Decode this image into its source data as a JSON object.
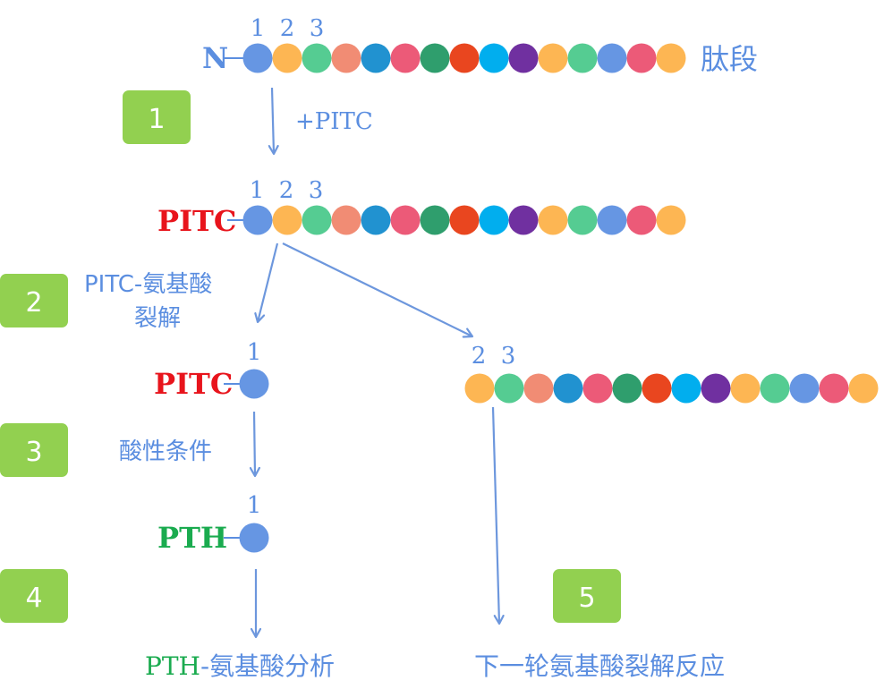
{
  "colors": {
    "label_blue": "#5b8ee0",
    "arrow_blue": "#6d97dd",
    "pitc_red": "#e8141c",
    "pth_green": "#1aab4f",
    "step_badge": "#92d050",
    "bead_palette": [
      "#6696e3",
      "#fdb653",
      "#55cc92",
      "#f18c74",
      "#2192d0",
      "#ec5a78",
      "#2f9e6d",
      "#e9461f",
      "#01aeee",
      "#7030a0"
    ]
  },
  "rows": {
    "peptide": {
      "terminal_label": "N",
      "position_numbers": [
        "1",
        "2",
        "3"
      ],
      "beads": [
        0,
        1,
        2,
        3,
        4,
        5,
        6,
        7,
        8,
        9,
        1,
        2,
        0,
        5,
        1
      ],
      "tail_label": "肽段"
    },
    "pitc_peptide": {
      "terminal_label": "PITC",
      "position_numbers": [
        "1",
        "2",
        "3"
      ],
      "beads": [
        0,
        1,
        2,
        3,
        4,
        5,
        6,
        7,
        8,
        9,
        1,
        2,
        0,
        5,
        1
      ]
    },
    "pitc_residue": {
      "terminal_label": "PITC",
      "position_number": "1",
      "beads": [
        0
      ]
    },
    "remaining_peptide": {
      "position_numbers": [
        "2",
        "3"
      ],
      "beads": [
        1,
        2,
        3,
        4,
        5,
        6,
        7,
        8,
        9,
        1,
        2,
        0,
        5,
        1
      ]
    },
    "pth_residue": {
      "terminal_label": "PTH",
      "position_number": "1",
      "beads": [
        0
      ]
    }
  },
  "steps": [
    {
      "number": "1",
      "label": "+PITC"
    },
    {
      "number": "2",
      "label_line1": "PITC-氨基酸",
      "label_line2": "裂解"
    },
    {
      "number": "3",
      "label": "酸性条件"
    },
    {
      "number": "4"
    },
    {
      "number": "5"
    }
  ],
  "results": {
    "pth_analysis_prefix": "PTH",
    "pth_analysis_suffix": "-氨基酸分析",
    "next_cycle": "下一轮氨基酸裂解反应"
  }
}
